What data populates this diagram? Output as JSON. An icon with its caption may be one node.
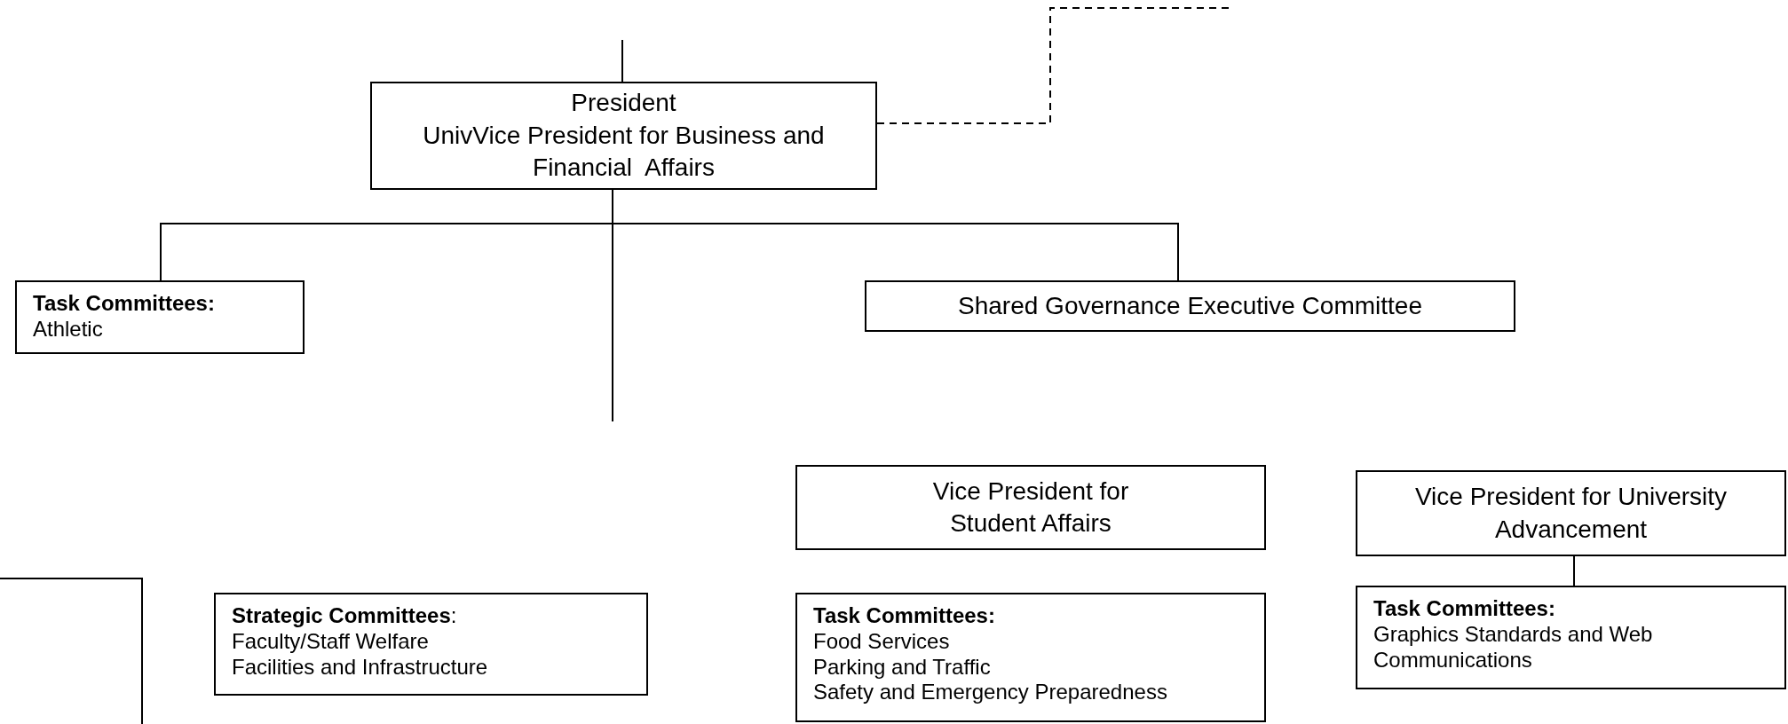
{
  "diagram": {
    "nodes": [
      {
        "text": [
          "President",
          "UnivVice President for Business and Financial  Affairs"
        ]
      },
      {
        "text": [
          "Task Committees:",
          "Athletic"
        ]
      },
      {
        "text": [
          "Shared Governance Executive Committee"
        ]
      },
      {
        "text": [],
        "shape": "box"
      },
      {
        "text": [
          "**Strategic Committees**:",
          "Faculty/Staff Welfare",
          "Facilities and Infrastructure"
        ]
      },
      {
        "text": [
          "Vice President for Student Affairs"
        ]
      },
      {
        "text": [
          "Task Committees:",
          "Food Services",
          "Parking and Traffic",
          "Safety and Emergency Preparedness"
        ]
      },
      {
        "text": [
          "Vice President for University Advancement"
        ]
      },
      {
        "text": [
          "Task Committees:",
          "Graphics Standards and Web Communications"
        ]
      }
    ],
    "edges": [
      {
        "from": null,
        "to": 0,
        "arrow": "none"
      },
      {
        "from": 0,
        "to": null,
        "arrow": "none",
        "style": "dashed"
      },
      {
        "from": 0,
        "to": 1,
        "arrow": "none"
      },
      {
        "from": 0,
        "to": 2,
        "arrow": "none"
      },
      {
        "from": 0,
        "to": null,
        "arrow": "none"
      },
      {
        "from": 7,
        "to": 8,
        "arrow": "none"
      }
    ]
  }
}
